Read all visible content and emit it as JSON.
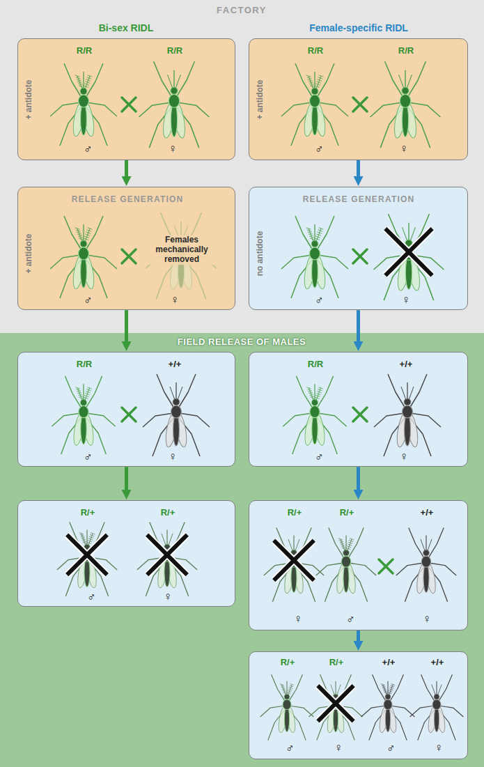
{
  "diagram": {
    "nodes": [
      {
        "text": [
          "FACTORY"
        ]
      },
      {
        "text": [
          "+ antidote",
          "R/R",
          "R/R",
          "♂",
          "♀"
        ],
        "in": 0
      },
      {
        "text": [
          "+ antidote",
          "R/R",
          "R/R",
          "♂",
          "♀"
        ],
        "in": 0
      },
      {
        "text": [
          "RELEASE GENERATION",
          "+ antidote",
          "Females mechanically removed",
          "♂",
          "♀"
        ],
        "in": 0
      },
      {
        "text": [
          "RELEASE GENERATION",
          "no antidote",
          "♂",
          "♀"
        ],
        "in": 0
      },
      {
        "text": [
          "FIELD RELEASE OF MALES"
        ]
      },
      {
        "text": [
          "R/R",
          "+/+",
          "♂",
          "♀"
        ],
        "in": 5
      },
      {
        "text": [
          "R/R",
          "+/+",
          "♂",
          "♀"
        ],
        "in": 5
      },
      {
        "text": [
          "R/+",
          "R/+",
          "♂",
          "♀"
        ],
        "in": 5
      },
      {
        "text": [
          "R/+",
          "R/+",
          "+/+",
          "♀",
          "♂",
          "♀"
        ],
        "in": 5
      },
      {
        "text": [
          "R/+",
          "R/+",
          "+/+",
          "+/+",
          "♂",
          "♀",
          "♂",
          "♀"
        ],
        "in": 5
      }
    ],
    "edges": [
      {
        "from": 1,
        "to": 3,
        "arrow": "to"
      },
      {
        "from": 2,
        "to": 4,
        "arrow": "to"
      },
      {
        "from": 3,
        "to": 6,
        "arrow": "to"
      },
      {
        "from": 4,
        "to": 7,
        "arrow": "to"
      },
      {
        "from": 6,
        "to": 8,
        "arrow": "to"
      },
      {
        "from": 7,
        "to": 9,
        "arrow": "to"
      },
      {
        "from": 9,
        "to": 10,
        "arrow": "to"
      }
    ],
    "labels": [
      "Bi-sex RIDL",
      "Female-specific RIDL"
    ]
  }
}
